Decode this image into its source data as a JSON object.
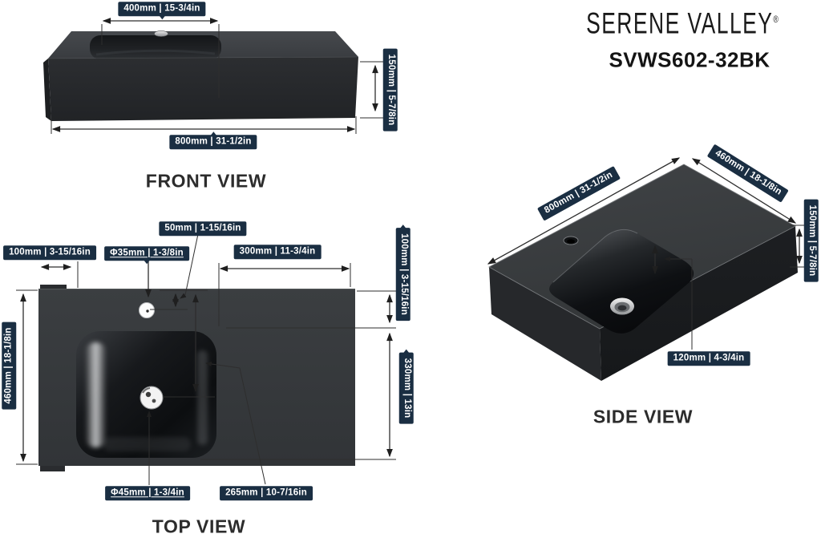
{
  "brand": {
    "name": "SERENE VALLEY",
    "registered": "®",
    "model": "SVWS602-32BK"
  },
  "front": {
    "title": "FRONT VIEW",
    "basin_width": "400mm | 15-3/4in",
    "height": "150mm | 5-7/8in",
    "width": "800mm | 31-1/2in"
  },
  "top": {
    "title": "TOP VIEW",
    "left_offset": "100mm | 3-15/16in",
    "faucet_diameter": "Φ35mm | 1-3/8in",
    "faucet_setback": "50mm | 1-15/16in",
    "right_counter": "300mm | 11-3/4in",
    "back_offset": "100mm | 3-15/16in",
    "basin_length": "330mm | 13in",
    "depth": "460mm | 18-1/8in",
    "drain_diameter": "Φ45mm | 1-3/4in",
    "drain_setback": "265mm | 10-7/16in"
  },
  "side": {
    "title": "SIDE VIEW",
    "width": "800mm | 31-1/2in",
    "depth": "460mm | 18-1/8in",
    "height": "150mm | 5-7/8in",
    "basin_depth": "120mm | 4-3/4in"
  },
  "colors": {
    "label_bg": "#1a2e42",
    "label_text": "#ffffff",
    "dimension_line": "#2e2e2e",
    "title_text": "#2c2c2c",
    "sink_body": "#26282b"
  }
}
